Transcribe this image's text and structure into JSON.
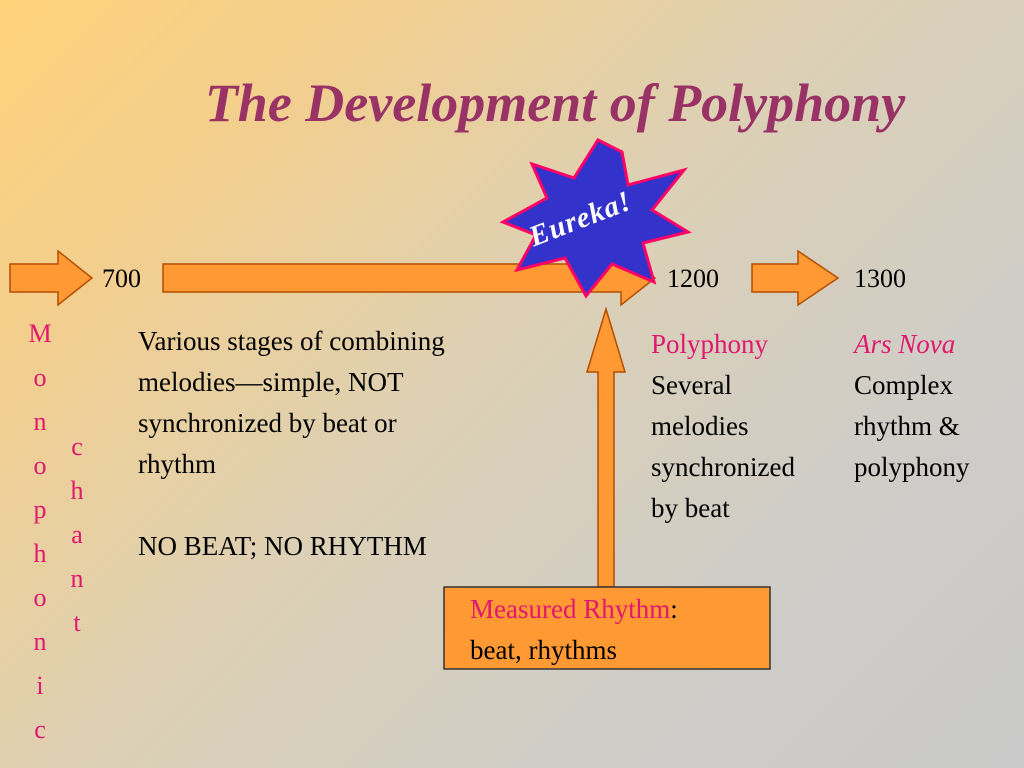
{
  "title": "The Development of Polyphony",
  "starburst_label": "Eureka!",
  "timeline": {
    "year_700": "700",
    "year_1200": "1200",
    "year_1300": "1300"
  },
  "monophonic_letters": [
    "M",
    "o",
    "n",
    "o",
    "p",
    "h",
    "o",
    "n",
    "i",
    "c"
  ],
  "chant_letters": [
    "c",
    "h",
    "a",
    "n",
    "t"
  ],
  "early_stages": {
    "lines": [
      "Various stages of combining",
      "melodies—simple, NOT",
      "synchronized by beat or",
      "rhythm"
    ],
    "emphasis": "NO BEAT; NO RHYTHM"
  },
  "polyphony": {
    "heading": "Polyphony",
    "lines": [
      "Several",
      "melodies",
      "synchronized",
      "by beat"
    ]
  },
  "ars_nova": {
    "heading": "Ars Nova",
    "lines": [
      "Complex",
      "rhythm &",
      "polyphony"
    ]
  },
  "measured_rhythm": {
    "heading": "Measured Rhythm",
    "colon": ":",
    "line2": "beat, rhythms"
  },
  "colors": {
    "title": "#993366",
    "accent_text": "#e0186f",
    "arrow_fill": "#ff9933",
    "starburst_fill": "#3333cc",
    "starburst_stroke": "#ff0066"
  }
}
